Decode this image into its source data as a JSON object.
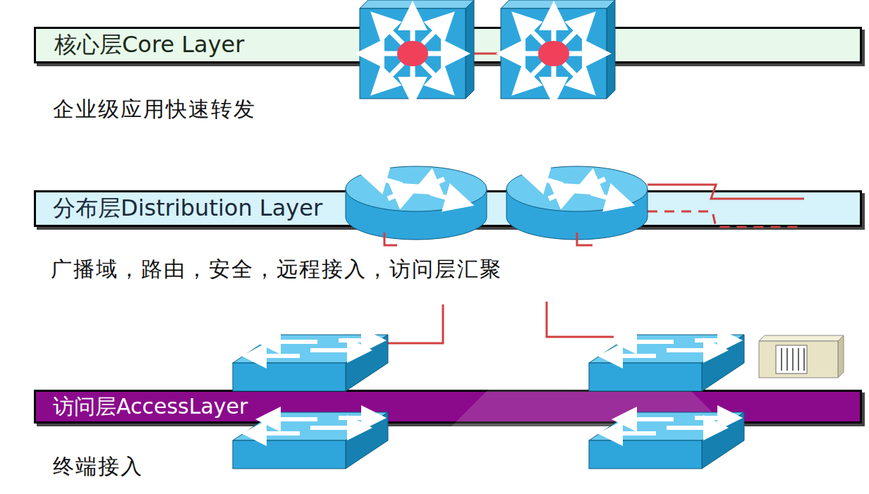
{
  "diagram": {
    "nodes": [
      {
        "text": [
          "核心层Core Layer"
        ]
      },
      {
        "text": [
          "分布层Distribution Layer"
        ]
      },
      {
        "text": [
          "访问层AccessLayer"
        ]
      }
    ],
    "labels": [
      "企业级应用快速转发",
      "广播域，路由，安全，远程接入，访问层汇聚",
      "终端接入"
    ]
  }
}
